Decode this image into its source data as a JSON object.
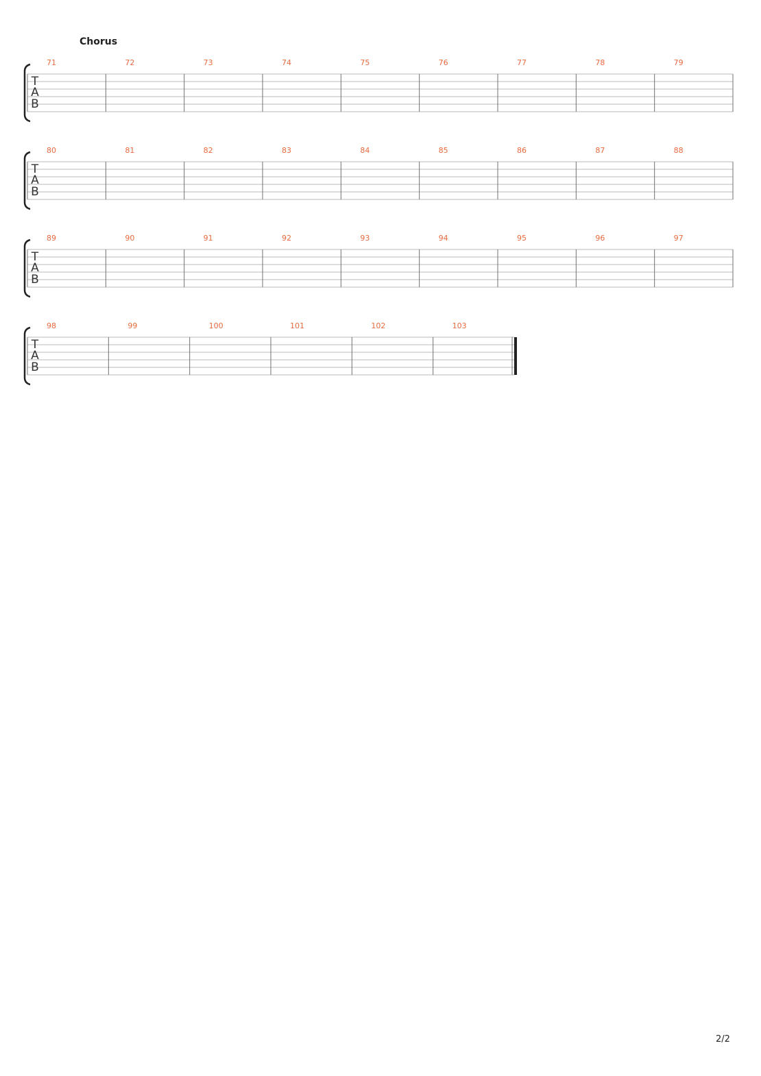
{
  "section_label": "Chorus",
  "page_number": "2/2",
  "tab_clef": [
    "T",
    "A",
    "B"
  ],
  "systems": [
    {
      "measures": [
        "71",
        "72",
        "73",
        "74",
        "75",
        "76",
        "77",
        "78",
        "79"
      ],
      "final_barline": false
    },
    {
      "measures": [
        "80",
        "81",
        "82",
        "83",
        "84",
        "85",
        "86",
        "87",
        "88"
      ],
      "final_barline": false
    },
    {
      "measures": [
        "89",
        "90",
        "91",
        "92",
        "93",
        "94",
        "95",
        "96",
        "97"
      ],
      "final_barline": false
    },
    {
      "measures": [
        "98",
        "99",
        "100",
        "101",
        "102",
        "103"
      ],
      "final_barline": true
    }
  ],
  "colors": {
    "measure_number": "#e8693d",
    "staff_line": "#b8b8b8",
    "barline": "#707070",
    "bracket": "#222222"
  }
}
